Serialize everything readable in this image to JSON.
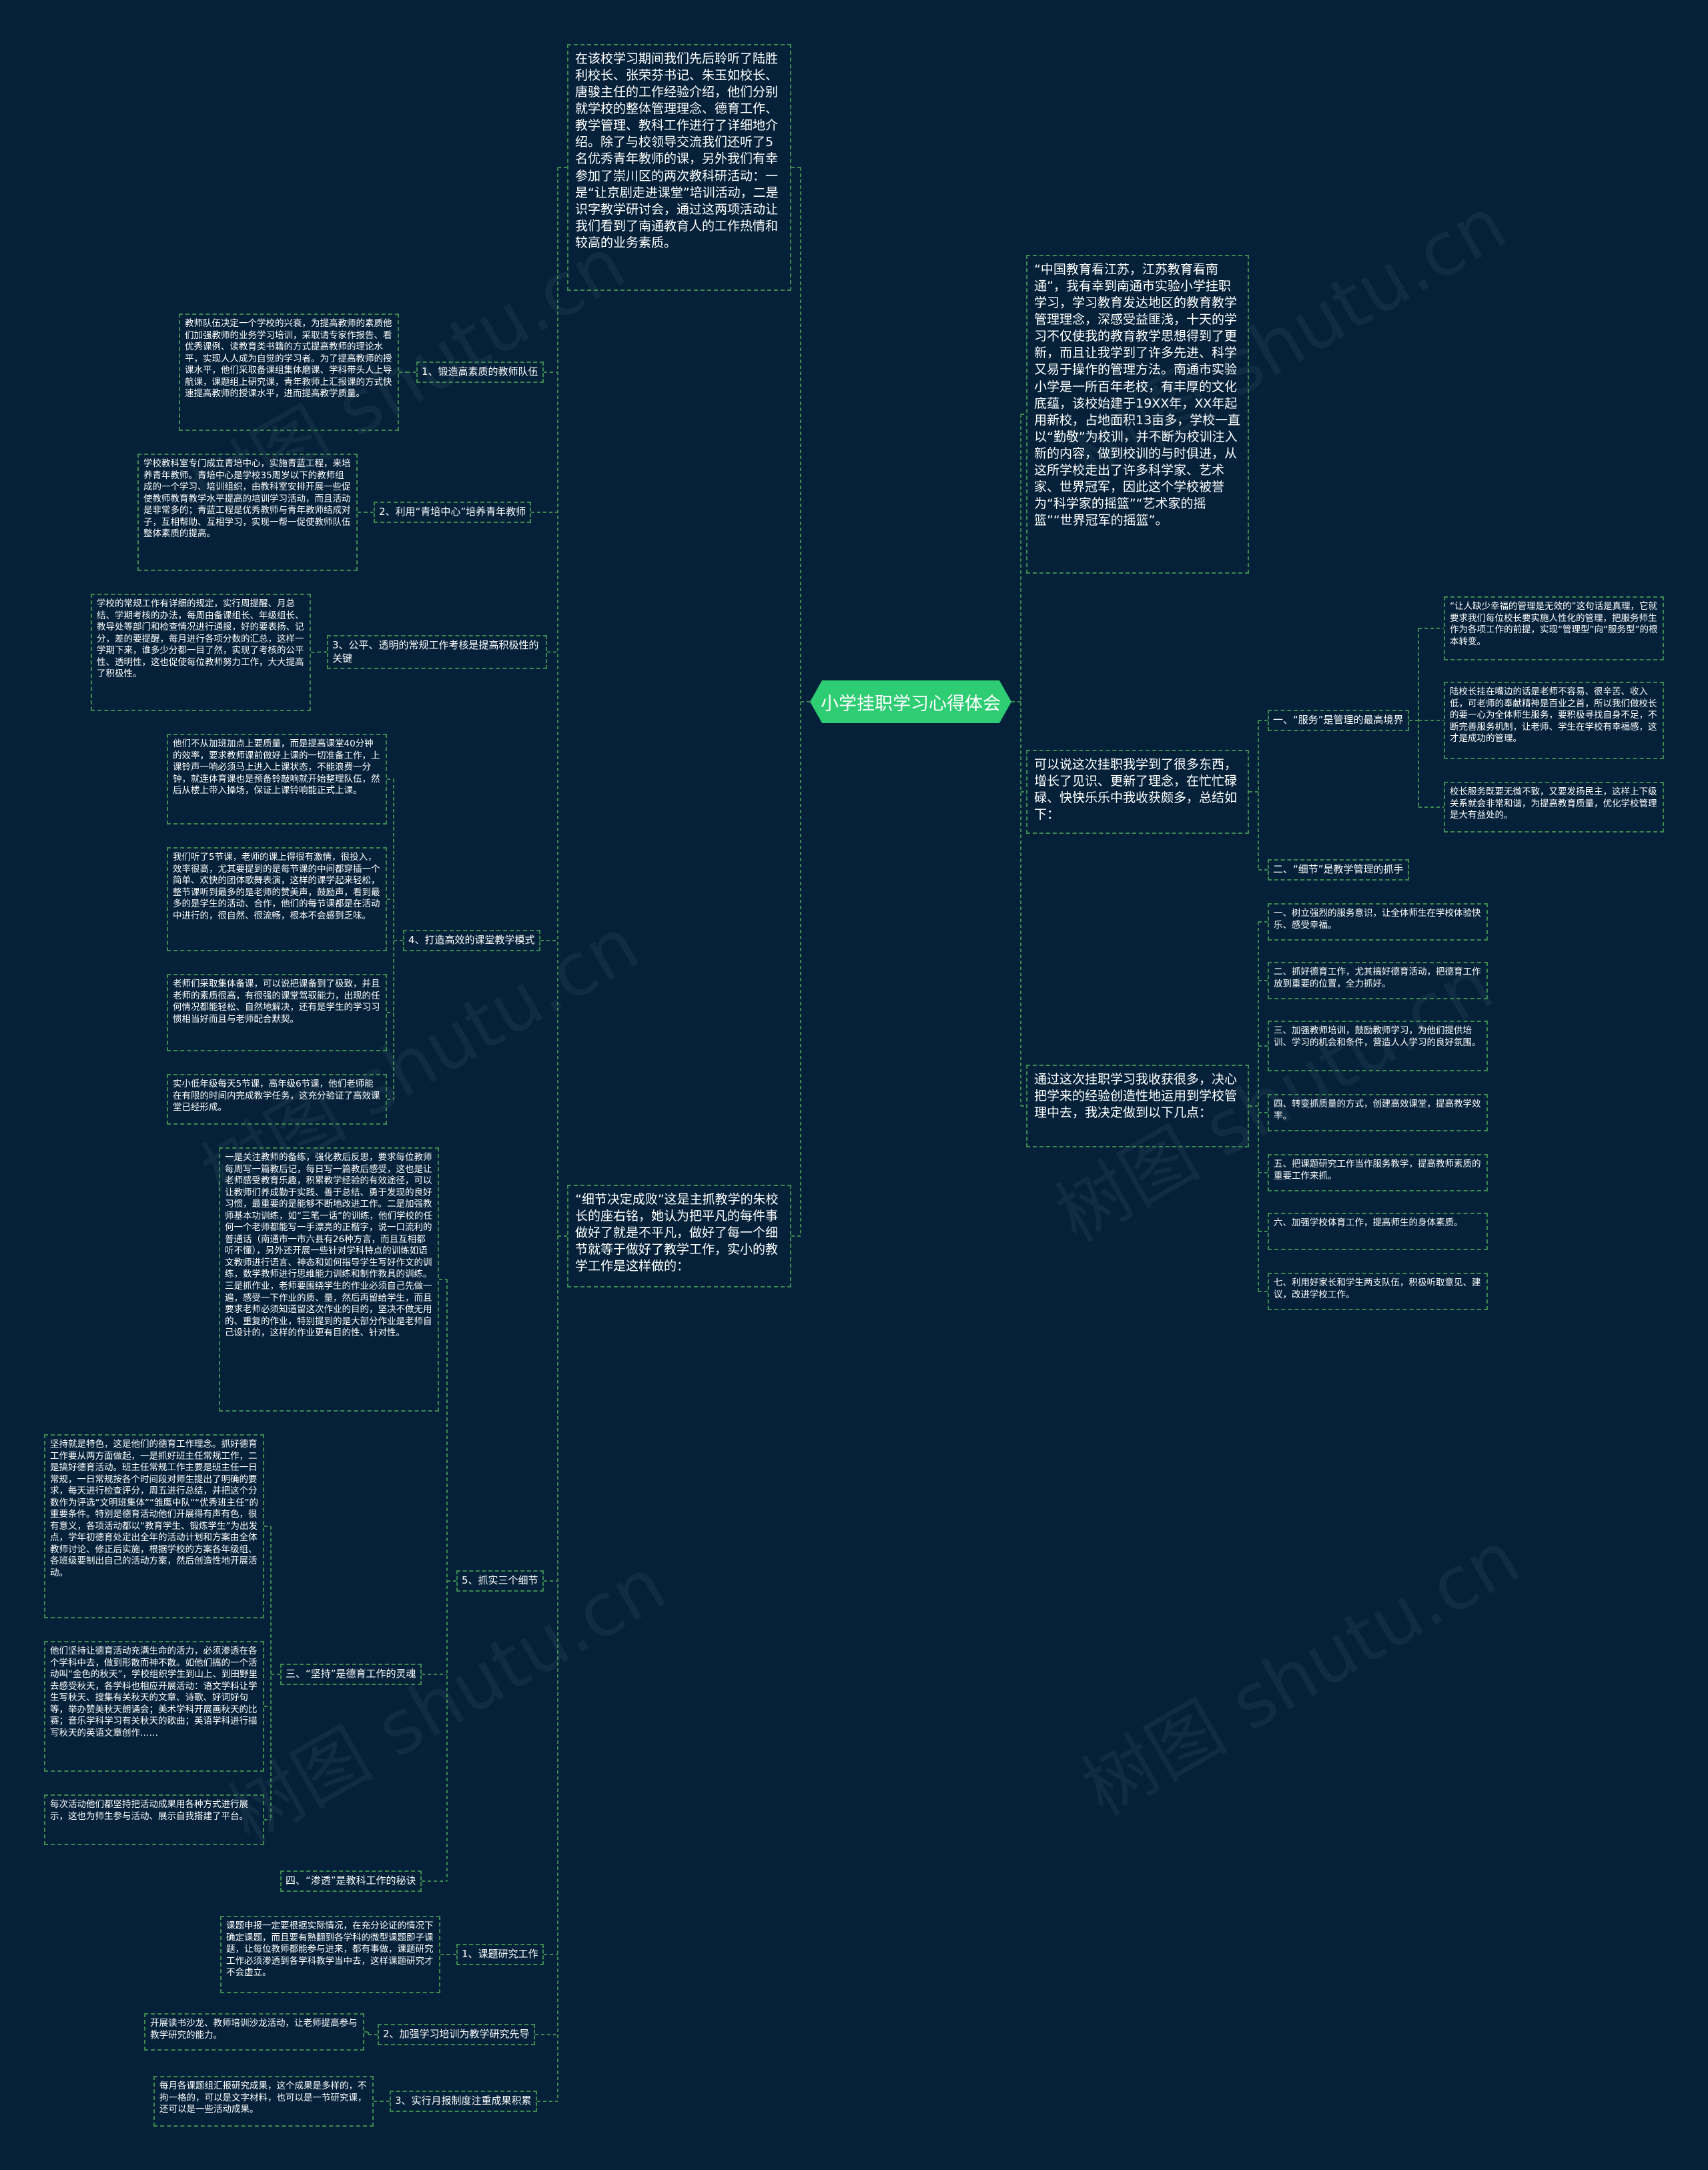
{
  "root": "小学挂职学习心得体会",
  "watermark": "树图 shutu.cn",
  "left": {
    "intro": "在该校学习期间我们先后聆听了陆胜利校长、张荣芬书记、朱玉如校长、唐骏主任的工作经验介绍，他们分别就学校的整体管理理念、德育工作、教学管理、教科工作进行了详细地介绍。除了与校领导交流我们还听了5名优秀青年教师的课，另外我们有幸参加了崇川区的两次教科研活动：一是“让京剧走进课堂”培训活动，二是识字教学研讨会，通过这两项活动让我们看到了南通教育人的工作热情和较高的业务素质。",
    "b1_label": "1、锻造高素质的教师队伍",
    "b1_text": "教师队伍决定一个学校的兴衰，为提高教师的素质他们加强教师的业务学习培训，采取请专家作报告、看优秀课例、读教育类书籍的方式提高教师的理论水平，实现人人成为自觉的学习者。为了提高教师的授课水平，他们采取备课组集体磨课、学科带头人上导航课，课题组上研究课，青年教师上汇报课的方式快速提高教师的授课水平，进而提高教学质量。",
    "b2_label": "2、利用“青培中心”培养青年教师",
    "b2_text": "学校教科室专门成立青培中心，实施青蓝工程，来培养青年教师。青培中心是学校35周岁以下的教师组成的一个学习、培训组织，由教科室安排开展一些促使教师教育教学水平提高的培训学习活动，而且活动是非常多的；青蓝工程是优秀教师与青年教师结成对子，互相帮助、互相学习，实现一帮一促使教师队伍整体素质的提高。",
    "b3_label": "3、公平、透明的常规工作考核是提高积极性的关键",
    "b3_text": "学校的常规工作有详细的规定，实行周提醒、月总结、学期考核的办法，每周由备课组长、年级组长、教导处等部门和检查情况进行通报，好的要表扬、记分，差的要提醒，每月进行各项分数的汇总，这样一学期下来，谁多少分都一目了然，实现了考核的公平性、透明性，这也促使每位教师努力工作，大大提高了积极性。",
    "b4_label": "4、打造高效的课堂教学模式",
    "b4_texts": [
      "他们不从加班加点上要质量，而是提高课堂40分钟的效率，要求教师课前做好上课的一切准备工作，上课铃声一响必须马上进入上课状态，不能浪费一分钟，就连体育课也是预备铃敲响就开始整理队伍，然后从楼上带入操场，保证上课铃响能正式上课。",
      "我们听了5节课，老师的课上得很有激情，很投入，效率很高，尤其要提到的是每节课的中间都穿插一个简单、欢快的团体歌舞表演，这样的课学起来轻松，整节课听到最多的是老师的赞美声，鼓励声，看到最多的是学生的活动、合作，他们的每节课都是在活动中进行的，很自然、很流畅，根本不会感到乏味。",
      "老师们采取集体备课，可以说把课备到了极致，并且老师的素质很高，有很强的课堂驾驭能力，出现的任何情况都能轻松、自然地解决，还有是学生的学习习惯相当好而且与老师配合默契。",
      "实小低年级每天5节课，高年级6节课，他们老师能在有限的时间内完成教学任务，这充分验证了高效课堂已经形成。"
    ],
    "b5_label": "5、抓实三个细节",
    "b5_main": "一是关注教师的备练，强化教后反思，要求每位教师每周写一篇教后记，每日写一篇教后感受，这也是让老师感受教育乐趣，积累教学经验的有效途径，可以让教师们养成勤于实践、善于总结、勇于发现的良好习惯，最重要的是能够不断地改进工作。二是加强教师基本功训练，如“三笔一话”的训练，他们学校的任何一个老师都能写一手漂亮的正楷字，说一口流利的普通话（南通市一市六县有26种方言，而且互相都听不懂），另外还开展一些针对学科特点的训练如语文教师进行语言、神态和如何指导学生写好作文的训练，数学教师进行思维能力训练和制作教具的训练。三是抓作业，老师要围绕学生的作业必须自己先做一遍，感受一下作业的质、量，然后再留给学生，而且要求老师必须知道留这次作业的目的，坚决不做无用的、重复的作业，特别提到的是大部分作业是老师自己设计的，这样的作业更有目的性、针对性。",
    "b5_sub3_label": "三、“坚持”是德育工作的灵魂",
    "b5_sub3_texts": [
      "坚持就是特色，这是他们的德育工作理念。抓好德育工作要从两方面做起，一是抓好班主任常规工作，二是搞好德育活动。班主任常规工作主要是班主任一日常规，一日常规按各个时间段对师生提出了明确的要求，每天进行检查评分，周五进行总结，并把这个分数作为评选“文明班集体”“雏鹰中队”“优秀班主任”的重要条件。特别是德育活动他们开展得有声有色，很有意义，各项活动都以“教育学生、锻炼学生”为出发点，学年初德育处定出全年的活动计划和方案由全体教师讨论、修正后实施，根据学校的方案各年级组、各班级要制出自己的活动方案，然后创造性地开展活动。",
      "他们坚持让德育活动充满生命的活力，必须渗透在各个学科中去，做到形散而神不散。如他们搞的一个活动叫“金色的秋天”，学校组织学生到山上、到田野里去感受秋天，各学科也相应开展活动：语文学科让学生写秋天、搜集有关秋天的文章、诗歌、好词好句等，举办赞美秋天朗诵会；美术学科开展画秋天的比赛；音乐学科学习有关秋天的歌曲；英语学科进行描写秋天的英语文章创作……",
      "每次活动他们都坚持把活动成果用各种方式进行展示，这也为师生参与活动、展示自我搭建了平台。"
    ],
    "b5_sub4_label": "四、“渗透”是教科工作的秘诀",
    "detail": "“细节决定成败”这是主抓教学的朱校长的座右铭，她认为把平凡的每件事做好了就是不平凡，做好了每一个细节就等于做好了教学工作，实小的教学工作是这样做的：",
    "c1_label": "1、课题研究工作",
    "c1_text": "课题申报一定要根据实际情况，在充分论证的情况下确定课题，而且要有熟翻到各学科的微型课题即子课题，让每位教师都能参与进来，都有事做，课题研究工作必须渗透到各学科教学当中去，这样课题研究才不会虚立。",
    "c2_label": "2、加强学习培训为教学研究先导",
    "c2_text": "开展读书沙龙、教师培训沙龙活动，让老师提高参与教学研究的能力。",
    "c3_label": "3、实行月报制度注重成果积累",
    "c3_text": "每月各课题组汇报研究成果，这个成果是多样的，不拘一格的，可以是文字材料，也可以是一节研究课，还可以是一些活动成果。"
  },
  "right": {
    "intro": "“中国教育看江苏，江苏教育看南通”，我有幸到南通市实验小学挂职学习，学习教育发达地区的教育教学管理理念，深感受益匪浅，十天的学习不仅使我的教育教学思想得到了更新，而且让我学到了许多先进、科学又易于操作的管理方法。南通市实验小学是一所百年老校，有丰厚的文化底蕴，该校始建于19XX年，XX年起用新校，占地面积13亩多，学校一直以“勤敬”为校训，并不断为校训注入新的内容，做到校训的与时俱进，从这所学校走出了许多科学家、艺术家、世界冠军，因此这个学校被誉为“科学家的摇篮”“艺术家的摇篮”“世界冠军的摇篮”。",
    "gain": "可以说这次挂职我学到了很多东西，增长了见识、更新了理念，在忙忙碌碌、快快乐乐中我收获颇多，总结如下：",
    "g1_label": "一、“服务”是管理的最高境界",
    "g1_texts": [
      "“让人缺少幸福的管理是无效的”这句话是真理，它就要求我们每位校长要实施人性化的管理，把服务师生作为各项工作的前提，实现“管理型”向“服务型”的根本转变。",
      "陆校长挂在嘴边的话是老师不容易、很辛苦、收入低，可老师的奉献精神是百业之首，所以我们做校长的要一心为全体师生服务，要积极寻找自身不足，不断完善服务机制，让老师、学生在学校有幸福感，这才是成功的管理。",
      "校长服务既要无微不致，又要发扬民主，这样上下级关系就会非常和谐，为提高教育质量，优化学校管理是大有益处的。"
    ],
    "g2_label": "二、“细节”是教学管理的抓手",
    "plan": "通过这次挂职学习我收获很多，决心把学来的经验创造性地运用到学校管理中去，我决定做到以下几点：",
    "plan_items": [
      "一、树立强烈的服务意识，让全体师生在学校体验快乐、感受幸福。",
      "二、抓好德育工作，尤其搞好德育活动，把德育工作放到重要的位置，全力抓好。",
      "三、加强教师培训，鼓励教师学习，为他们提供培训、学习的机会和条件，营造人人学习的良好氛围。",
      "四、转变抓质量的方式，创建高效课堂，提高教学效率。",
      "五、把课题研究工作当作服务教学，提高教师素质的重要工作来抓。",
      "六、加强学校体育工作，提高师生的身体素质。",
      "七、利用好家长和学生两支队伍，积极听取意见、建议，改进学校工作。"
    ]
  },
  "colors": {
    "background": "#042139",
    "root": "#2ecc73",
    "line": "#3c8a4f"
  }
}
